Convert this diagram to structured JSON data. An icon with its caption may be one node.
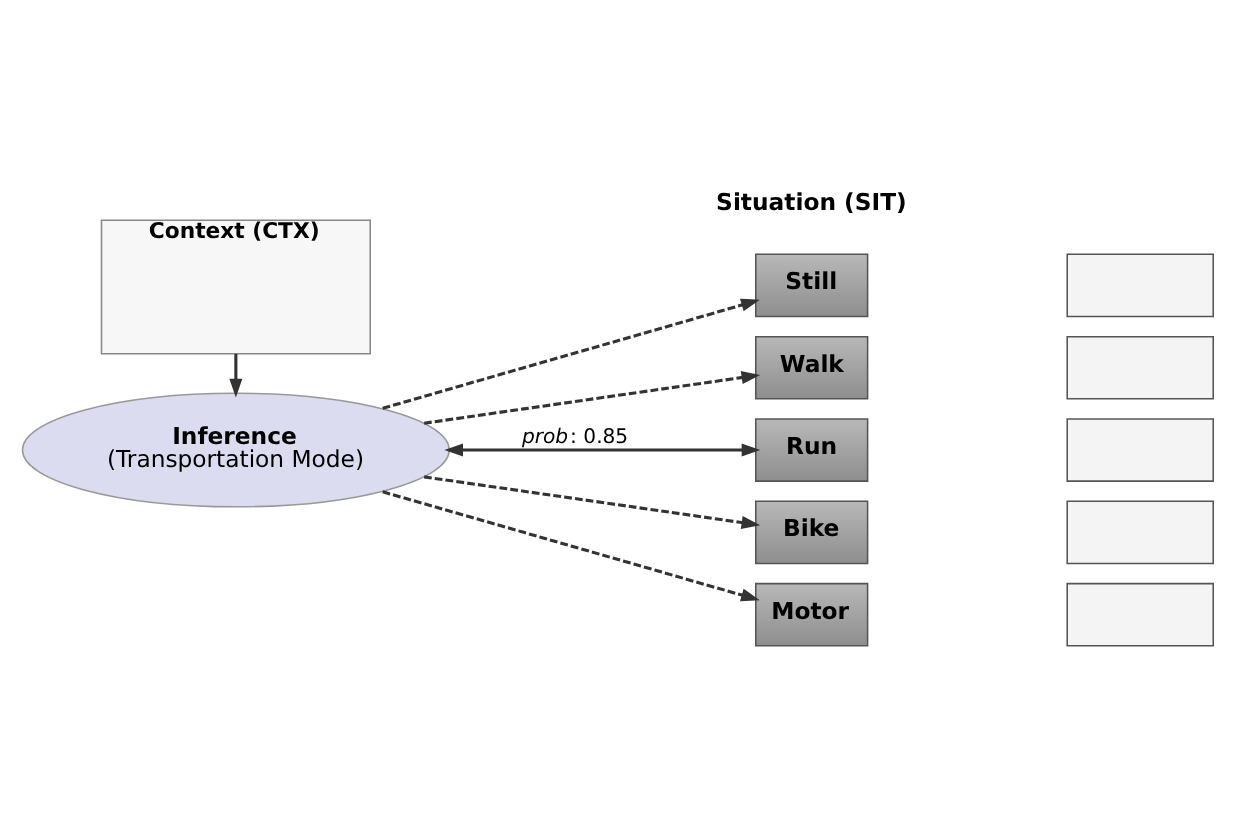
{
  "diagram": {
    "nodes": [
      {
        "text": [
          "Context (CTX)"
        ]
      },
      {
        "text": [
          "Inference",
          "(Transportation Mode)"
        ]
      },
      {
        "text": [
          "Still"
        ]
      },
      {
        "text": [],
        "shape": "box"
      },
      {
        "text": [
          "Walk"
        ]
      },
      {
        "text": [],
        "shape": "box"
      },
      {
        "text": [
          "Run"
        ]
      },
      {
        "text": [],
        "shape": "box"
      },
      {
        "text": [
          "Bike"
        ]
      },
      {
        "text": [],
        "shape": "box"
      },
      {
        "text": [
          "Motor"
        ]
      },
      {
        "text": [],
        "shape": "box"
      }
    ],
    "edges": [
      {
        "from": 0,
        "to": 1,
        "arrow": "to"
      },
      {
        "from": 1,
        "to": 2,
        "arrow": "to",
        "style": "dashed"
      },
      {
        "from": 1,
        "to": 4,
        "arrow": "to",
        "style": "dashed"
      },
      {
        "from": 1,
        "to": 6,
        "arrow": "both",
        "label": "*prob*: 0.85"
      },
      {
        "from": 1,
        "to": 8,
        "arrow": "to",
        "style": "dashed"
      },
      {
        "from": 1,
        "to": 10,
        "arrow": "to",
        "style": "dashed"
      }
    ],
    "labels": [
      "Situation (SIT)"
    ]
  }
}
